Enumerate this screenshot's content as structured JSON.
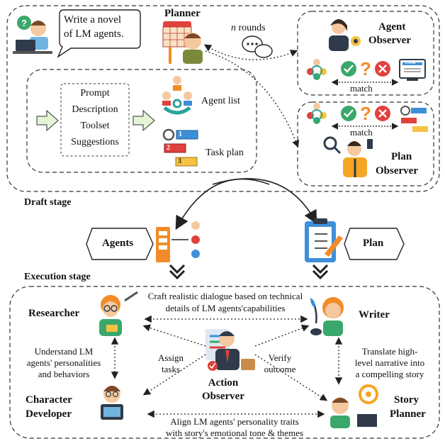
{
  "user_request": {
    "line1": "Write a novel",
    "line2": "of LM agents."
  },
  "planner_label": "Planner",
  "rounds": {
    "n": "n",
    "rest": " rounds"
  },
  "agent_observer": {
    "line1": "Agent",
    "line2": "Observer",
    "match": "match",
    "task_label": "TASK"
  },
  "plan_observer": {
    "line1": "Plan",
    "line2": "Observer",
    "match": "match"
  },
  "inputs": [
    "Prompt",
    "Description",
    "Toolset",
    "Suggestions"
  ],
  "agent_list": "Agent list",
  "task_plan": "Task plan",
  "task_numbers": [
    "1",
    "2",
    "3"
  ],
  "draft_stage": "Draft stage",
  "agents_label": "Agents",
  "plan_label": "Plan",
  "execution_stage": "Execution stage",
  "roles": {
    "researcher": "Researcher",
    "writer": "Writer",
    "character_developer": {
      "line1": "Character",
      "line2": "Developer"
    },
    "story_planner": {
      "line1": "Story",
      "line2": "Planner"
    },
    "action_observer": {
      "line1": "Action",
      "line2": "Observer"
    }
  },
  "edges": {
    "researcher_writer": {
      "line1": "Craft realistic dialogue based on technical",
      "line2": "details of LM agents'capabilities"
    },
    "researcher_developer": {
      "line1": "Understand LM",
      "line2": "agents' personalities",
      "line3": "and behaviors"
    },
    "writer_story": {
      "line1": "Translate high-",
      "line2": "level narrative into",
      "line3": "a compelling story"
    },
    "developer_story": {
      "line1": "Align LM agents' personality traits",
      "line2": "with story's emotional tone & themes"
    },
    "assign": {
      "line1": "Assign",
      "line2": "tasks"
    },
    "verify": {
      "line1": "Verify",
      "line2": "outcome"
    }
  },
  "colors": {
    "dashed_border": "#333333",
    "green_arrow": "#e6f4d6",
    "check_green": "#3aa86b",
    "cross_red": "#e0413d",
    "question_orange": "#f28c28",
    "gear_teal": "#2aa39a",
    "task_blue": "#3d8fd9",
    "task_red": "#e0413d",
    "task_yellow": "#f5c242",
    "skin": "#f4c9a0",
    "hair_brown": "#7a4a2a",
    "suit_dark": "#2f3b4a"
  }
}
